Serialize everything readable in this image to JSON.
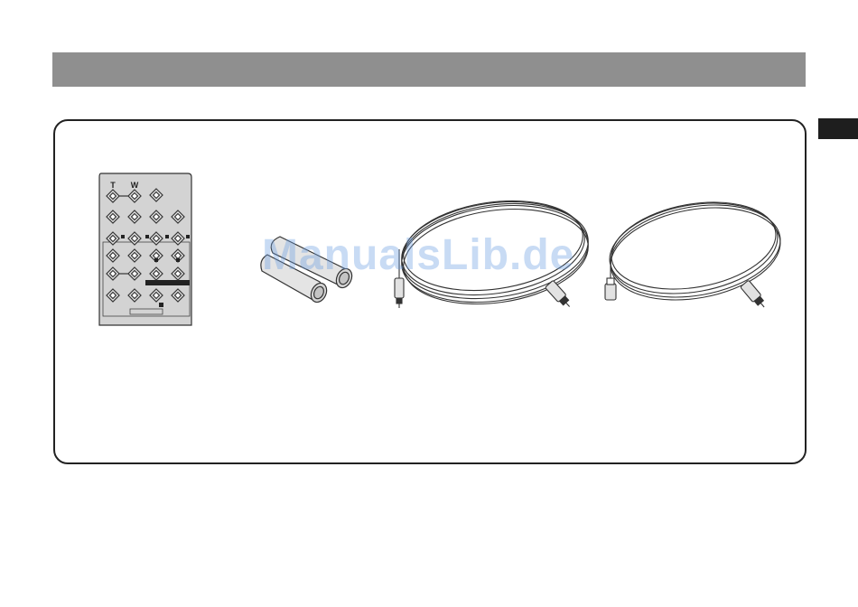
{
  "remote": {
    "zoom_tele_label": "T",
    "zoom_wide_label": "W"
  },
  "watermark": {
    "text": "ManualsLib.de"
  },
  "colors": {
    "header_bar": "#8f8f8f",
    "side_tab": "#1e1e1e",
    "outline": "#222222",
    "watermark": "#6ea0e1"
  },
  "icons": [
    "remote-control-icon",
    "batteries-icon",
    "av-cable-icon",
    "dc-cable-icon"
  ]
}
